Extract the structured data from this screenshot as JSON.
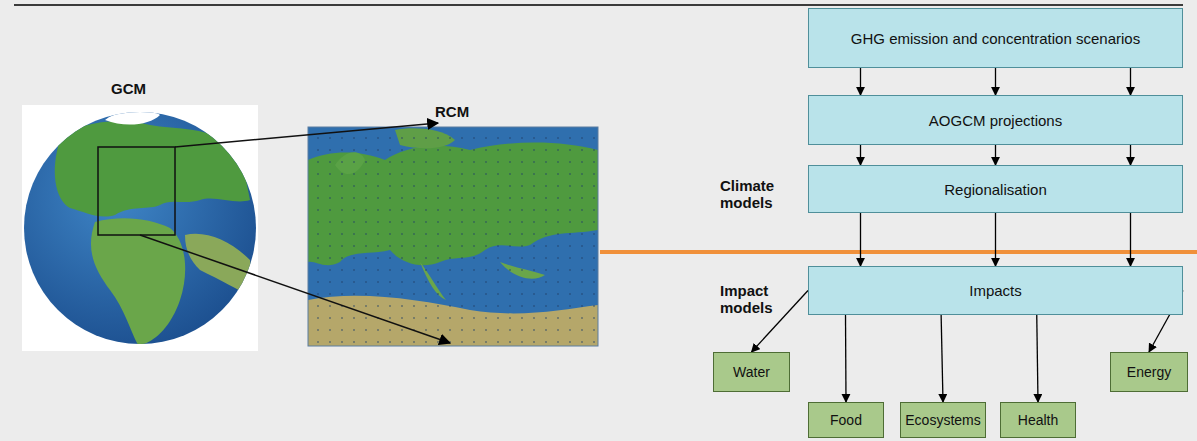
{
  "diagram": {
    "nodes": [
      {
        "text": [
          "GHG emission and concentration scenarios"
        ]
      },
      {
        "text": [
          "AOGCM projections"
        ]
      },
      {
        "text": [
          "Regionalisation"
        ]
      },
      {
        "text": [
          "Impacts"
        ]
      },
      {
        "text": [
          "Water"
        ]
      },
      {
        "text": [
          "Food"
        ]
      },
      {
        "text": [
          "Ecosystems"
        ]
      },
      {
        "text": [
          "Health"
        ]
      },
      {
        "text": [
          "Energy"
        ]
      }
    ],
    "edges": [
      {
        "from": 0,
        "to": 1,
        "arrow": "to"
      },
      {
        "from": 0,
        "to": 1,
        "arrow": "to"
      },
      {
        "from": 0,
        "to": 1,
        "arrow": "to"
      },
      {
        "from": 1,
        "to": 2,
        "arrow": "to"
      },
      {
        "from": 1,
        "to": 2,
        "arrow": "to"
      },
      {
        "from": 1,
        "to": 2,
        "arrow": "to"
      },
      {
        "from": 2,
        "to": 3,
        "arrow": "to"
      },
      {
        "from": 2,
        "to": 3,
        "arrow": "to"
      },
      {
        "from": 2,
        "to": 3,
        "arrow": "to"
      },
      {
        "from": 3,
        "to": 4,
        "arrow": "to"
      },
      {
        "from": 3,
        "to": 5,
        "arrow": "to"
      },
      {
        "from": 3,
        "to": 6,
        "arrow": "to"
      },
      {
        "from": 3,
        "to": 7,
        "arrow": "to"
      },
      {
        "from": 3,
        "to": 8,
        "arrow": "to"
      }
    ],
    "labels": [
      "GCM",
      "RCM",
      "Climate models",
      "Impact models"
    ]
  }
}
